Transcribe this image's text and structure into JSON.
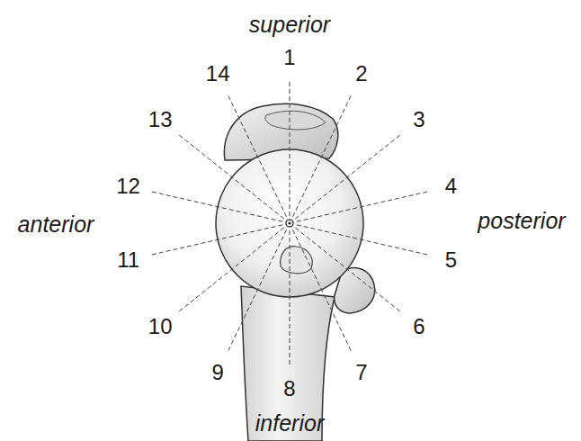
{
  "diagram": {
    "labels": [
      "superior",
      "1",
      "2",
      "3",
      "4",
      "5",
      "6",
      "7",
      "8",
      "9",
      "10",
      "11",
      "12",
      "13",
      "14",
      "anterior",
      "posterior",
      "inferior"
    ]
  }
}
